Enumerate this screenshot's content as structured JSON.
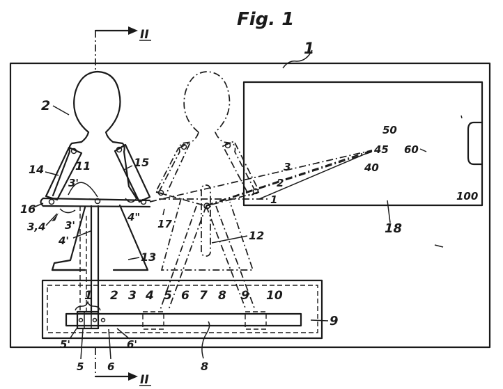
{
  "figure_title": "Fig. 1",
  "section_marker": "II",
  "scale": {
    "digits": [
      "1",
      "2",
      "3",
      "4",
      "5",
      "6",
      "7",
      "8",
      "9",
      "10"
    ]
  },
  "chart_labels": [
    "50",
    "45",
    "60",
    "40",
    "100"
  ],
  "lines": [
    "1",
    "2",
    "3"
  ],
  "refs": {
    "r1": "1",
    "r2": "2",
    "r3p": "3'",
    "r3p2": "3'",
    "r34": "3,4",
    "r4p": "4'",
    "r4pp": "4\"",
    "r5": "5",
    "r5p": "5'",
    "r6": "6",
    "r6p": "6'",
    "r8": "8",
    "r9": "9",
    "r11": "11",
    "r12": "12",
    "r13": "13",
    "r14": "14",
    "r15": "15",
    "r16": "16",
    "r17": "17",
    "r18": "18"
  }
}
